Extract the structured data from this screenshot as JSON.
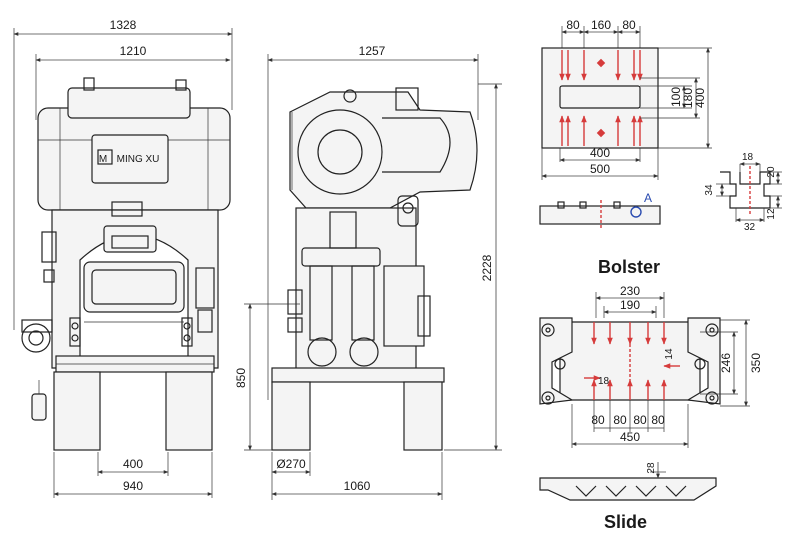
{
  "front_view": {
    "dim_overall_width": "1328",
    "dim_body_width": "1210",
    "dim_base_inner": "400",
    "dim_base_outer": "940",
    "logo_text": "MING XU"
  },
  "side_view": {
    "dim_top_width": "1257",
    "dim_total_height": "2228",
    "dim_table_height": "850",
    "dim_foot_diameter": "Ø270",
    "dim_base_width": "1060"
  },
  "bolster": {
    "title": "Bolster",
    "dim_top_left": "80",
    "dim_top_mid": "160",
    "dim_top_right": "80",
    "dim_inner_width": "400",
    "dim_outer_width": "500",
    "dim_slot_height": "100",
    "dim_row_height": "180",
    "dim_total_height": "400",
    "marker_label": "A",
    "slot_width": "18",
    "slot_depth": "20",
    "slot_neck": "34",
    "slot_lower": "12",
    "slot_bottom": "32"
  },
  "slide": {
    "title": "Slide",
    "dim_top_outer": "230",
    "dim_top_inner": "190",
    "dim_right_small": "14",
    "dim_left_small": "18",
    "dim_height_inner": "246",
    "dim_height_outer": "350",
    "dim_pitch_1": "80",
    "dim_pitch_2": "80",
    "dim_pitch_3": "80",
    "dim_pitch_4": "80",
    "dim_bottom_width": "450",
    "dim_side_thickness": "28"
  },
  "colors": {
    "line": "#222222",
    "accent_red": "#d63b3b",
    "accent_blue": "#2a4bb0"
  }
}
